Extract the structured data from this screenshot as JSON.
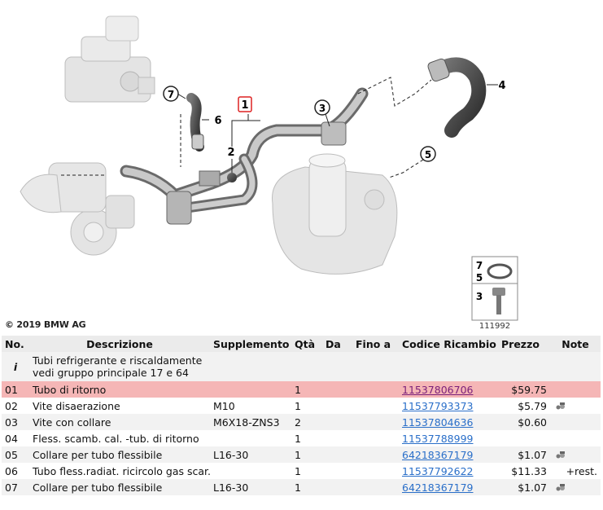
{
  "diagram": {
    "copyright": "© 2019 BMW AG",
    "image_number": "111992",
    "callouts": [
      "1",
      "2",
      "3",
      "4",
      "5",
      "6",
      "7"
    ],
    "legend_items": [
      "7",
      "5",
      "3"
    ]
  },
  "table": {
    "headers": {
      "no": "No.",
      "description": "Descrizione",
      "supplement": "Supplemento",
      "qty": "Qtà",
      "from": "Da",
      "to": "Fino a",
      "code": "Codice Ricambio",
      "price": "Prezzo",
      "notes": "Note"
    },
    "info": {
      "symbol": "i",
      "line1": "Tubi refrigerante e riscaldamente",
      "line2": "vedi gruppo principale 17 e 64"
    },
    "rows": [
      {
        "no": "01",
        "description": "Tubo di ritorno",
        "supplement": "",
        "qty": "1",
        "code": "11537806706",
        "price": "$59.75",
        "notes": "",
        "icon": false
      },
      {
        "no": "02",
        "description": "Vite disaerazione",
        "supplement": "M10",
        "qty": "1",
        "code": "11537793373",
        "price": "$5.79",
        "notes": "",
        "icon": true
      },
      {
        "no": "03",
        "description": "Vite con collare",
        "supplement": "M6X18-ZNS3",
        "qty": "2",
        "code": "11537804636",
        "price": "$0.60",
        "notes": "",
        "icon": false
      },
      {
        "no": "04",
        "description": "Fless. scamb. cal. -tub. di ritorno",
        "supplement": "",
        "qty": "1",
        "code": "11537788999",
        "price": "",
        "notes": "",
        "icon": false
      },
      {
        "no": "05",
        "description": "Collare per tubo flessibile",
        "supplement": "L16-30",
        "qty": "1",
        "code": "64218367179",
        "price": "$1.07",
        "notes": "",
        "icon": true
      },
      {
        "no": "06",
        "description": "Tubo fless.radiat. ricircolo gas scar.",
        "supplement": "",
        "qty": "1",
        "code": "11537792622",
        "price": "$11.33",
        "notes": "+rest.",
        "icon": false
      },
      {
        "no": "07",
        "description": "Collare per tubo flessibile",
        "supplement": "L16-30",
        "qty": "1",
        "code": "64218367179",
        "price": "$1.07",
        "notes": "",
        "icon": true
      }
    ]
  }
}
